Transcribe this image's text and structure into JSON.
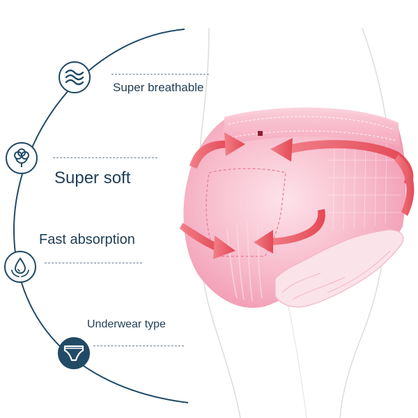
{
  "features": [
    {
      "label": "Super breathable",
      "icon": "waves-icon"
    },
    {
      "label": "Super soft",
      "icon": "cotton-icon"
    },
    {
      "label": "Fast absorption",
      "icon": "droplet-icon"
    },
    {
      "label": "Underwear type",
      "icon": "underwear-icon"
    }
  ],
  "colors": {
    "accent_navy": "#214a66",
    "text": "#1f3d55",
    "arrow_red": "#e8505b",
    "product_pink": "#f4a9be"
  }
}
